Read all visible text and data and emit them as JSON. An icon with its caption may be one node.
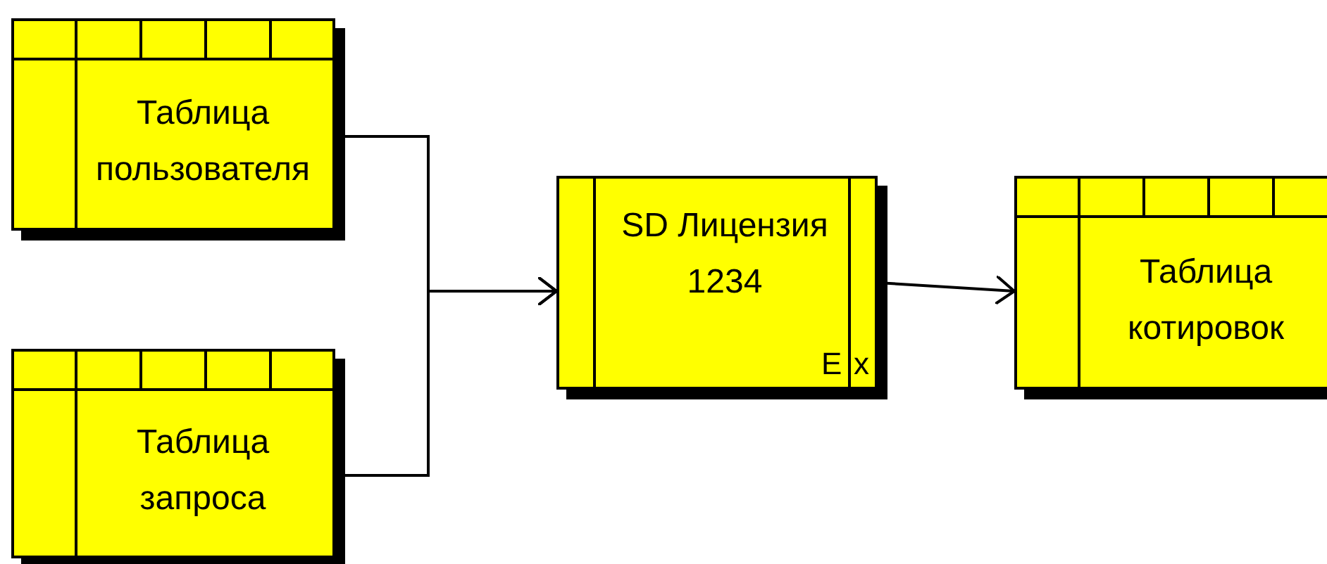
{
  "diagram": {
    "nodes": [
      {
        "text": [
          "Таблица пользователя"
        ]
      },
      {
        "text": [
          "Таблица запроса"
        ]
      },
      {
        "text": [
          "SD Лицензия 1234",
          "E",
          "x"
        ]
      },
      {
        "text": [
          "Таблица котировок"
        ]
      }
    ],
    "edges": [
      {
        "from": 0,
        "to": 2,
        "arrow": "to"
      },
      {
        "from": 1,
        "to": 2,
        "arrow": "to"
      },
      {
        "from": 2,
        "to": 3,
        "arrow": "to"
      }
    ]
  }
}
